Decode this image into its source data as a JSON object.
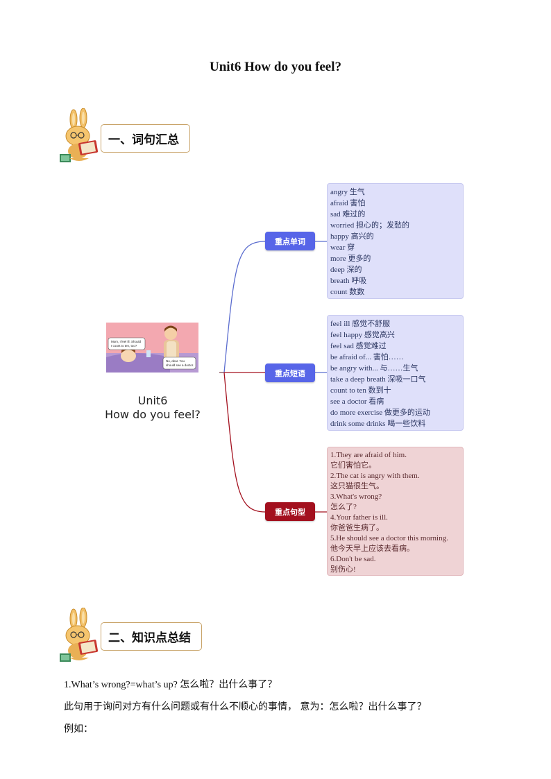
{
  "document": {
    "title": "Unit6 How do you feel?"
  },
  "sections": [
    {
      "heading": "一、词句汇总"
    },
    {
      "heading": "二、知识点总结"
    }
  ],
  "mindmap": {
    "center_title_line1": "Unit6",
    "center_title_line2": "How do you feel?",
    "illustration": {
      "bubble1": "Mom, I feel ill. Should I count to ten, too?",
      "bubble2": "No, dear. You should see a doctor."
    },
    "branches": [
      {
        "label": "重点单词",
        "color": "#5765e8",
        "items": [
          "angry 生气",
          "afraid 害怕",
          "sad 难过的",
          "worried 担心的；发愁的",
          "happy 高兴的",
          "wear 穿",
          "more 更多的",
          "deep 深的",
          "breath 呼吸",
          "count 数数"
        ]
      },
      {
        "label": "重点短语",
        "color": "#5765e8",
        "items": [
          "feel ill 感觉不舒服",
          "feel happy 感觉高兴",
          "feel sad 感觉难过",
          "be afraid of... 害怕……",
          "be angry with... 与……生气",
          "take a deep breath 深吸一口气",
          "count to ten 数到十",
          "see a doctor 看病",
          "do more exercise 做更多的运动",
          "drink some drinks 喝一些饮料"
        ]
      },
      {
        "label": "重点句型",
        "color": "#a3101e",
        "items": [
          "1.They are afraid of him.",
          "它们害怕它。",
          "2.The cat is angry with them.",
          "这只猫很生气。",
          "3.What's wrong?",
          "怎么了?",
          "4.Your father is ill.",
          "你爸爸生病了。",
          "5.He should see a doctor this morning.",
          "他今天早上应该去看病。",
          "6.Don't be sad.",
          "别伤心!"
        ]
      }
    ]
  },
  "knowledge": {
    "line1": "1.What’s  wrong?=what’s  up?  怎么啦？出什么事了？",
    "line2": "此句用于询问对方有什么问题或有什么不顺心的事情，  意为：怎么啦？出什么事了？",
    "line3": "例如："
  }
}
